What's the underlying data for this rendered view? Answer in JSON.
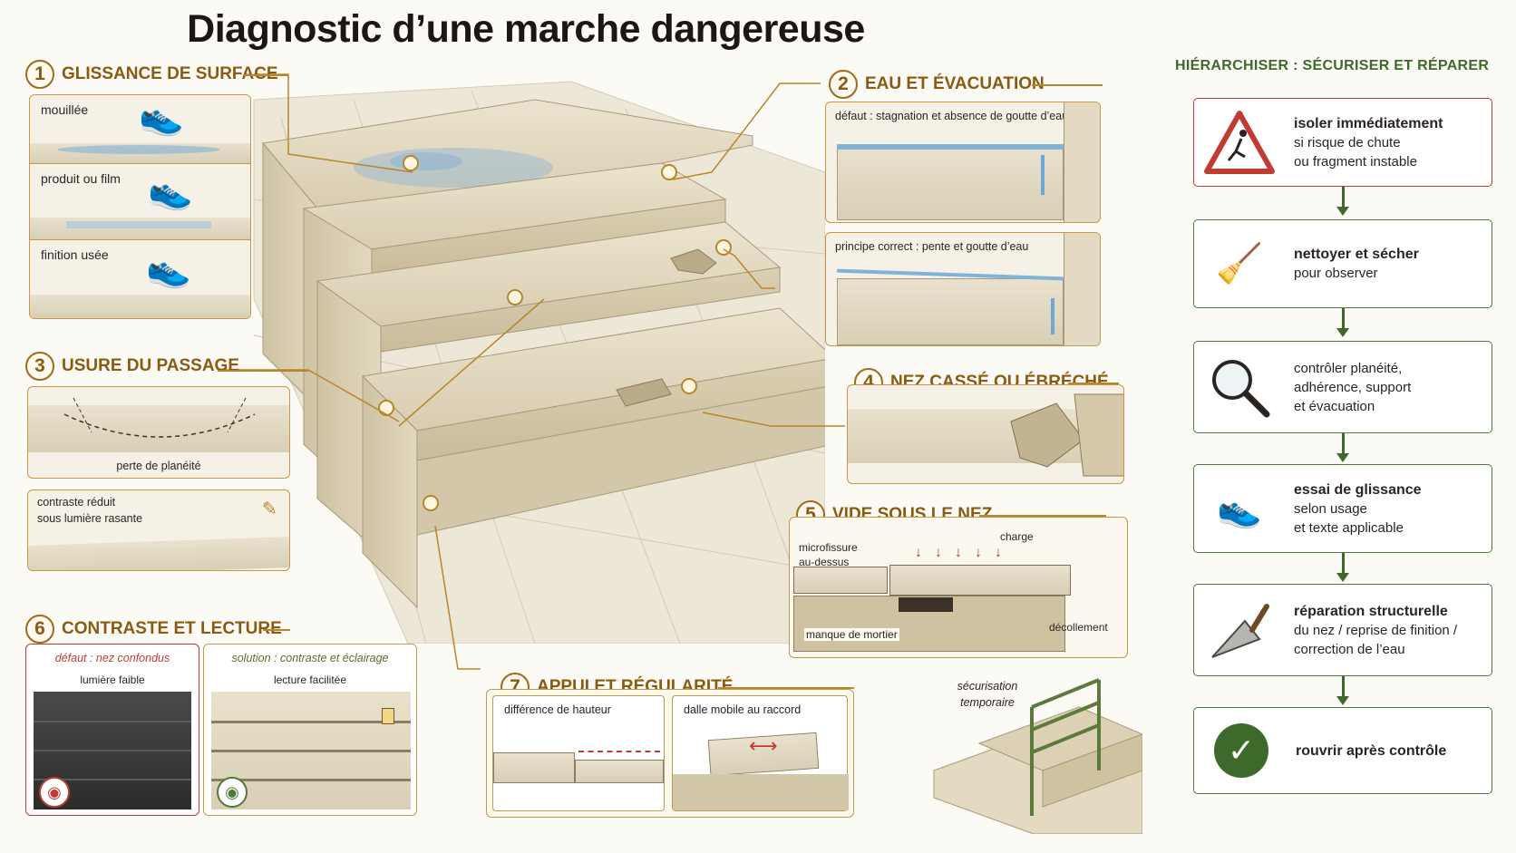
{
  "title": "Diagnostic d’une marche dangereuse",
  "sections": {
    "s1": {
      "num": "1",
      "title": "GLISSANCE DE SURFACE",
      "items": [
        "mouillée",
        "produit ou film",
        "finition usée"
      ]
    },
    "s2": {
      "num": "2",
      "title": "EAU ET ÉVACUATION",
      "defect": "défaut : stagnation et absence de goutte d’eau",
      "correct": "principe correct : pente et goutte d’eau"
    },
    "s3": {
      "num": "3",
      "title": "USURE DU PASSAGE",
      "wear": "perte de planéité",
      "contrast_line1": "contraste réduit",
      "contrast_line2": "sous lumière rasante"
    },
    "s4": {
      "num": "4",
      "title": "NEZ CASSÉ OU ÉBRÉCHÉ"
    },
    "s5": {
      "num": "5",
      "title": "VIDE SOUS LE NEZ",
      "microfissure_1": "microfissure",
      "microfissure_2": "au-dessus",
      "charge": "charge",
      "mortier": "manque de mortier",
      "decollement": "décollement"
    },
    "s6": {
      "num": "6",
      "title": "CONTRASTE ET LECTURE",
      "defect": "défaut : nez confondus",
      "defect_sub": "lumière faible",
      "solution": "solution : contraste et éclairage",
      "solution_sub": "lecture facilitée"
    },
    "s7": {
      "num": "7",
      "title": "APPUI ET RÉGULARITÉ",
      "height": "différence de hauteur",
      "slab": "dalle mobile au raccord"
    },
    "temp": {
      "line1": "sécurisation",
      "line2": "temporaire"
    }
  },
  "flow": {
    "title": "HIÉRARCHISER : SÉCURISER ET RÉPARER",
    "steps": [
      {
        "bold": "isoler immédiatement",
        "l2": "si risque de chute",
        "l3": "ou fragment instable",
        "icon": "fall-warning-icon"
      },
      {
        "bold": "nettoyer et sécher",
        "l2": "pour observer",
        "l3": "",
        "icon": "broom-icon"
      },
      {
        "bold": "",
        "l1": "contrôler planéité,",
        "l2": "adhérence, support",
        "l3": "et évacuation",
        "icon": "magnifier-icon"
      },
      {
        "bold": "essai de glissance",
        "l2": "selon usage",
        "l3": "et texte applicable",
        "icon": "shoe-icon"
      },
      {
        "bold": "réparation structurelle",
        "l2": "du nez / reprise de finition /",
        "l3": "correction de l’eau",
        "icon": "trowel-icon"
      },
      {
        "bold": "rouvrir après contrôle",
        "l2": "",
        "l3": "",
        "icon": "check-icon"
      }
    ]
  },
  "colors": {
    "accent": "#8a5a12",
    "green": "#3d6a2b",
    "red": "#c23b32",
    "water": "#6fa8d6"
  }
}
